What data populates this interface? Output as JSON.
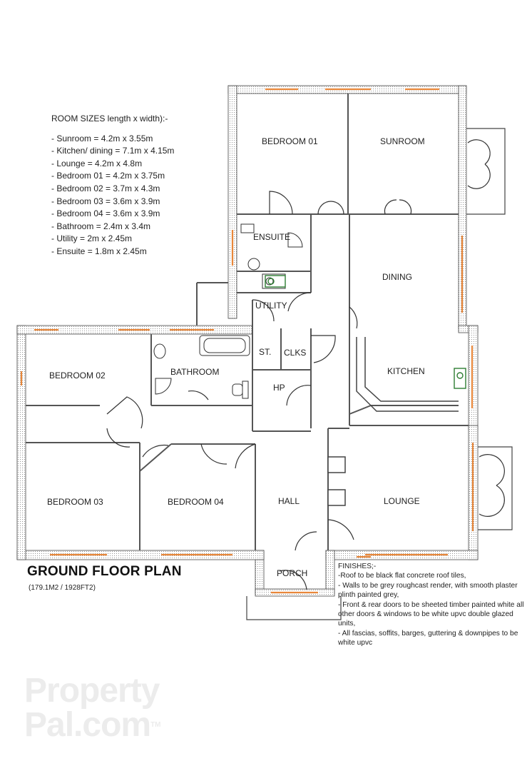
{
  "room_sizes": {
    "heading": "ROOM SIZES length x width):-",
    "items": [
      "- Sunroom = 4.2m x 3.55m",
      "- Kitchen/ dining = 7.1m x 4.15m",
      "- Lounge = 4.2m x 4.8m",
      "- Bedroom 01 = 4.2m x 3.75m",
      "- Bedroom 02 = 3.7m x 4.3m",
      "- Bedroom 03 = 3.6m x 3.9m",
      "- Bedroom 04 = 3.6m x 3.9m",
      "- Bathroom = 2.4m x 3.4m",
      "- Utility = 2m x 2.45m",
      "- Ensuite = 1.8m x 2.45m"
    ]
  },
  "rooms": {
    "bedroom01": "BEDROOM 01",
    "sunroom": "SUNROOM",
    "ensuite": "ENSUITE",
    "dining": "DINING",
    "utility": "UTILITY",
    "store": "ST.",
    "cloaks": "CLKS",
    "bathroom": "BATHROOM",
    "kitchen": "KITCHEN",
    "hotpress": "HP",
    "bedroom02": "BEDROOM 02",
    "bedroom03": "BEDROOM 03",
    "bedroom04": "BEDROOM 04",
    "hall": "HALL",
    "lounge": "LOUNGE",
    "porch": "PORCH"
  },
  "plan_title": "GROUND FLOOR PLAN",
  "plan_subtitle": "(179.1M2 / 1928FT2)",
  "finishes": {
    "heading": "FINISHES;-",
    "items": [
      "-Roof to be black flat concrete roof tiles,",
      "- Walls to be grey roughcast render, with smooth plaster plinth painted grey,",
      "- Front & rear doors to be sheeted timber painted white all other doors & windows to be white upvc double glazed units,",
      "- All fascias, soffits, barges, guttering & downpipes to be white upvc"
    ]
  },
  "watermark": {
    "line1": "Property",
    "line2": "Pal.com",
    "tm": "TM"
  },
  "colors": {
    "wall": "#555555",
    "window": "#e8873a",
    "door": "#333333",
    "sink": "#2e7d32"
  }
}
